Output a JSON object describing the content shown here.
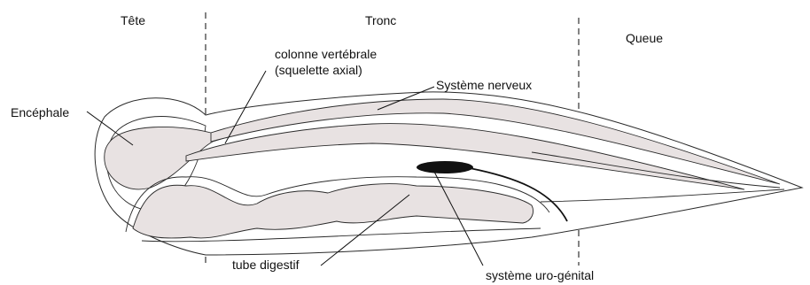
{
  "regions": {
    "head": "Tête",
    "trunk": "Tronc",
    "tail": "Queue"
  },
  "structures": {
    "brain": "Encéphale",
    "spine_line1": "colonne vertébrale",
    "spine_line2": "(squelette axial)",
    "nervous_system": "Système nerveux",
    "digestive_tube": "tube digestif",
    "urogenital": "système uro-génital"
  },
  "colors": {
    "outline": "#2a2a2a",
    "fill_light": "#e8e2e2",
    "gland": "#111111",
    "divider": "#333333"
  }
}
